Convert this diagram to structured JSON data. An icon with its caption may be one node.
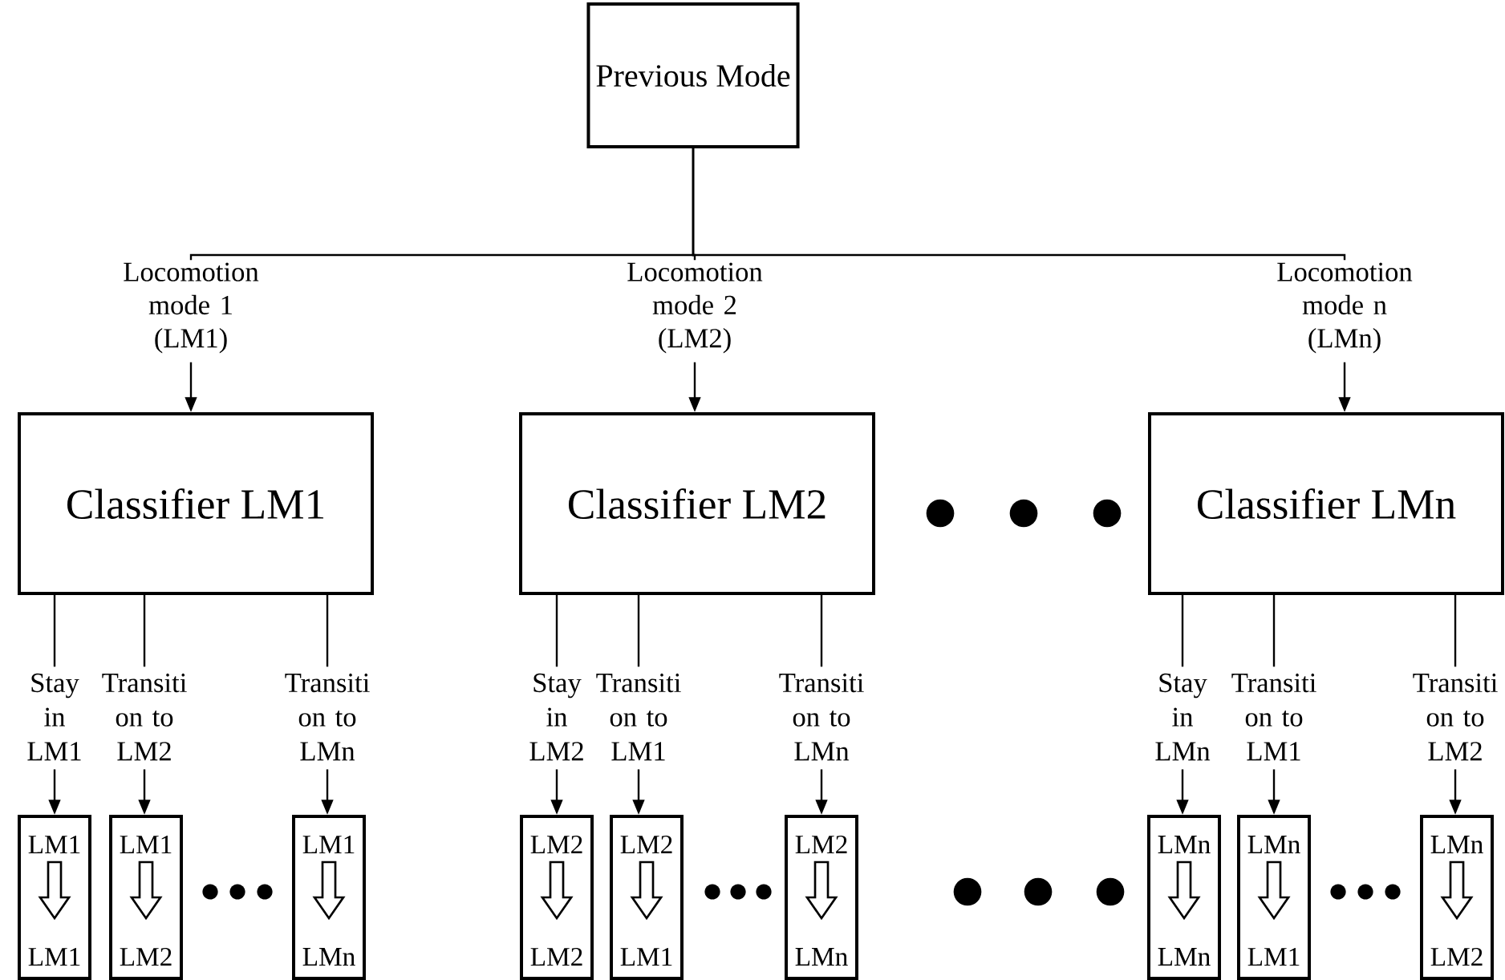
{
  "diagram": {
    "nodes": [
      {
        "text": [
          "Previous Mode"
        ]
      },
      {
        "text": [
          "Locomotion mode 1 (LM1)"
        ]
      },
      {
        "text": [
          "Locomotion mode 2 (LM2)"
        ]
      },
      {
        "text": [
          "Locomotion mode n (LMn)"
        ]
      },
      {
        "text": [
          "Classifier LM1"
        ]
      },
      {
        "text": [
          "Classifier LM2"
        ]
      },
      {
        "text": [
          "Classifier LMn"
        ]
      },
      {
        "text": [
          "Stay in LM1"
        ]
      },
      {
        "text": [
          "Transiti on to LM2"
        ]
      },
      {
        "text": [
          "Transiti on to LMn"
        ]
      },
      {
        "text": [
          "Stay in LM2"
        ]
      },
      {
        "text": [
          "Transiti on to LM1"
        ]
      },
      {
        "text": [
          "Transiti on to LMn"
        ]
      },
      {
        "text": [
          "Stay in LMn"
        ]
      },
      {
        "text": [
          "Transiti on to LM1"
        ]
      },
      {
        "text": [
          "Transiti on to LM2"
        ]
      },
      {
        "text": [
          "LM1",
          "LM1"
        ]
      },
      {
        "text": [
          "LM1",
          "LM2"
        ]
      },
      {
        "text": [
          "LM1",
          "LMn"
        ]
      },
      {
        "text": [
          "LM2",
          "LM2"
        ]
      },
      {
        "text": [
          "LM2",
          "LM1"
        ]
      },
      {
        "text": [
          "LM2",
          "LMn"
        ]
      },
      {
        "text": [
          "LMn",
          "LMn"
        ]
      },
      {
        "text": [
          "LMn",
          "LM1"
        ]
      },
      {
        "text": [
          "LMn",
          "LM2"
        ]
      }
    ],
    "edges": [
      {
        "from": 0,
        "to": 1,
        "arrow": "none"
      },
      {
        "from": 0,
        "to": 2,
        "arrow": "none"
      },
      {
        "from": 0,
        "to": 3,
        "arrow": "none"
      },
      {
        "from": 1,
        "to": 4,
        "arrow": "to"
      },
      {
        "from": 2,
        "to": 5,
        "arrow": "to"
      },
      {
        "from": 3,
        "to": 6,
        "arrow": "to"
      },
      {
        "from": 4,
        "to": 7,
        "arrow": "none"
      },
      {
        "from": 4,
        "to": 8,
        "arrow": "none"
      },
      {
        "from": 4,
        "to": 9,
        "arrow": "none"
      },
      {
        "from": 5,
        "to": 10,
        "arrow": "none"
      },
      {
        "from": 5,
        "to": 11,
        "arrow": "none"
      },
      {
        "from": 5,
        "to": 12,
        "arrow": "none"
      },
      {
        "from": 6,
        "to": 13,
        "arrow": "none"
      },
      {
        "from": 6,
        "to": 14,
        "arrow": "none"
      },
      {
        "from": 6,
        "to": 15,
        "arrow": "none"
      },
      {
        "from": 7,
        "to": 16,
        "arrow": "to"
      },
      {
        "from": 8,
        "to": 17,
        "arrow": "to"
      },
      {
        "from": 9,
        "to": 18,
        "arrow": "to"
      },
      {
        "from": 10,
        "to": 19,
        "arrow": "to"
      },
      {
        "from": 11,
        "to": 20,
        "arrow": "to"
      },
      {
        "from": 12,
        "to": 21,
        "arrow": "to"
      },
      {
        "from": 13,
        "to": 22,
        "arrow": "to"
      },
      {
        "from": 14,
        "to": 23,
        "arrow": "to"
      },
      {
        "from": 15,
        "to": 24,
        "arrow": "to"
      }
    ]
  }
}
